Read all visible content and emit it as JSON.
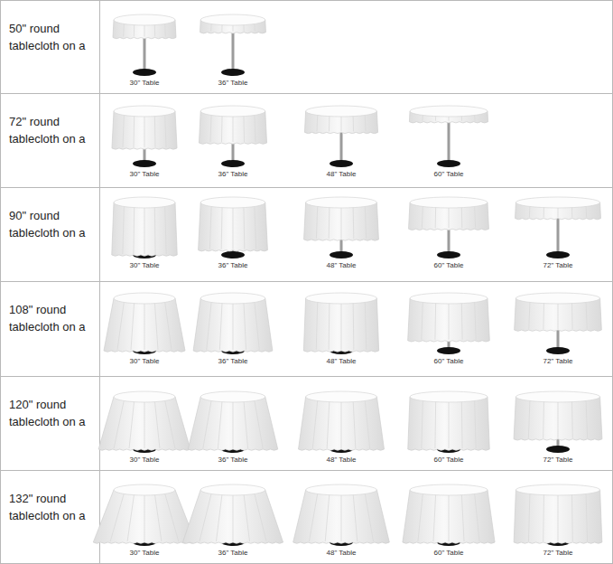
{
  "diagram": {
    "labels": [
      "50\" round tablecloth on a",
      "30\" Table",
      "36\" Table",
      "72\" round tablecloth on a",
      "30\" Table",
      "36\" Table",
      "48\" Table",
      "60\" Table",
      "90\" round tablecloth on a",
      "30\" Table",
      "36\" Table",
      "48\" Table",
      "60\" Table",
      "72\" Table",
      "108\" round tablecloth on a",
      "30\" Table",
      "36\" Table",
      "48\" Table",
      "60\" Table",
      "72\" Table",
      "120\" round tablecloth on a",
      "30\" Table",
      "36\" Table",
      "48\" Table",
      "60\" Table",
      "72\" Table",
      "132\" round tablecloth on a",
      "30\" Table",
      "36\" Table",
      "48\" Table",
      "60\" Table",
      "72\" Table"
    ]
  }
}
